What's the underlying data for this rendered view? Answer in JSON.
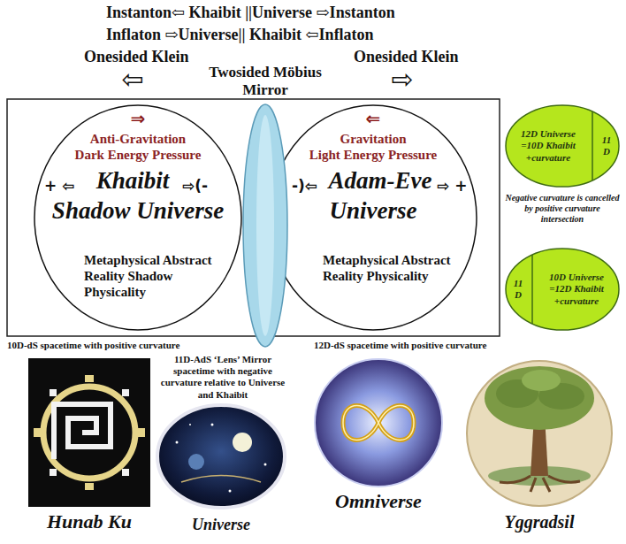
{
  "diagram": {
    "nodes": [
      {
        "text": [
          "Twosided Möbius Mirror"
        ]
      },
      {
        "text": [
          "Anti-Gravitation",
          "Dark Energy Pressure",
          "Khaibit",
          "Shadow Universe",
          "Metaphysical Abstract Reality Shadow Physicality"
        ]
      },
      {
        "text": [
          "Gravitation",
          "Light Energy Pressure",
          "Adam-Eve",
          "Universe",
          "Metaphysical Abstract Reality Physicality"
        ]
      },
      {
        "text": [
          "12D Universe =10D Khaibit +curvature",
          "11 D"
        ]
      },
      {
        "text": [
          "11 D",
          "10D Universe =12D Khaibit +curvature"
        ]
      }
    ],
    "labels": [
      "Instanton⇦ Khaibit ||Universe ⇨Instanton",
      "Inflaton ⇨Universe|| Khaibit ⇦Inflaton",
      "Onesided Klein",
      "Onesided Klein",
      "⇦",
      "⇨",
      "⇒",
      "⇐",
      "+ ⇦",
      "⇨(-",
      "-)⇦",
      "⇨ +",
      "Negative curvature is cancelled by positive curvature intersection",
      "10D-dS spacetime with positive curvature",
      "12D-dS spacetime with positive curvature",
      "11D-AdS ‘Lens’ Mirror spacetime with negative curvature relative to Universe and Khaibit",
      "Hunab Ku",
      "Universe",
      "Omniverse",
      "Yggradsil"
    ]
  }
}
